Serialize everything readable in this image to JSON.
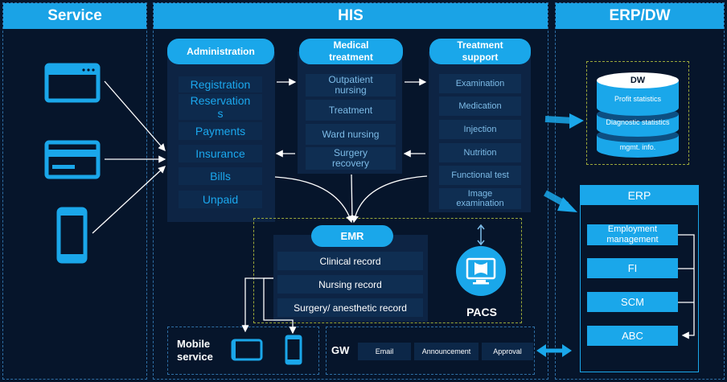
{
  "sections": {
    "service": "Service",
    "his": "HIS",
    "erpdw": "ERP/DW"
  },
  "administration": {
    "title": "Administration",
    "items": [
      "Registration",
      "Reservation\ns",
      "Payments",
      "Insurance",
      "Bills",
      "Unpaid"
    ]
  },
  "medical": {
    "title": "Medical\ntreatment",
    "items": [
      "Outpatient\nnursing",
      "Treatment",
      "Ward nursing",
      "Surgery\nrecovery"
    ]
  },
  "treatment_support": {
    "title": "Treatment\nsupport",
    "items": [
      "Examination",
      "Medication",
      "Injection",
      "Nutrition",
      "Functional test",
      "Image\nexamination"
    ]
  },
  "emr": {
    "title": "EMR",
    "items": [
      "Clinical record",
      "Nursing record",
      "Surgery/ anesthetic record"
    ]
  },
  "pacs": {
    "label": "PACS"
  },
  "mobile": {
    "label": "Mobile\nservice"
  },
  "gw": {
    "label": "GW",
    "items": [
      "Email",
      "Announcement",
      "Approval"
    ]
  },
  "dw": {
    "title": "DW",
    "layers": [
      "Profit statistics",
      "Diagnostic statistics",
      "mgmt. info."
    ]
  },
  "erp": {
    "title": "ERP",
    "items": [
      "Employment\nmanagement",
      "FI",
      "SCM",
      "ABC"
    ]
  },
  "colors": {
    "accent": "#1aa7ea",
    "background": "#06152b",
    "dashed_green": "#9aa83a"
  }
}
